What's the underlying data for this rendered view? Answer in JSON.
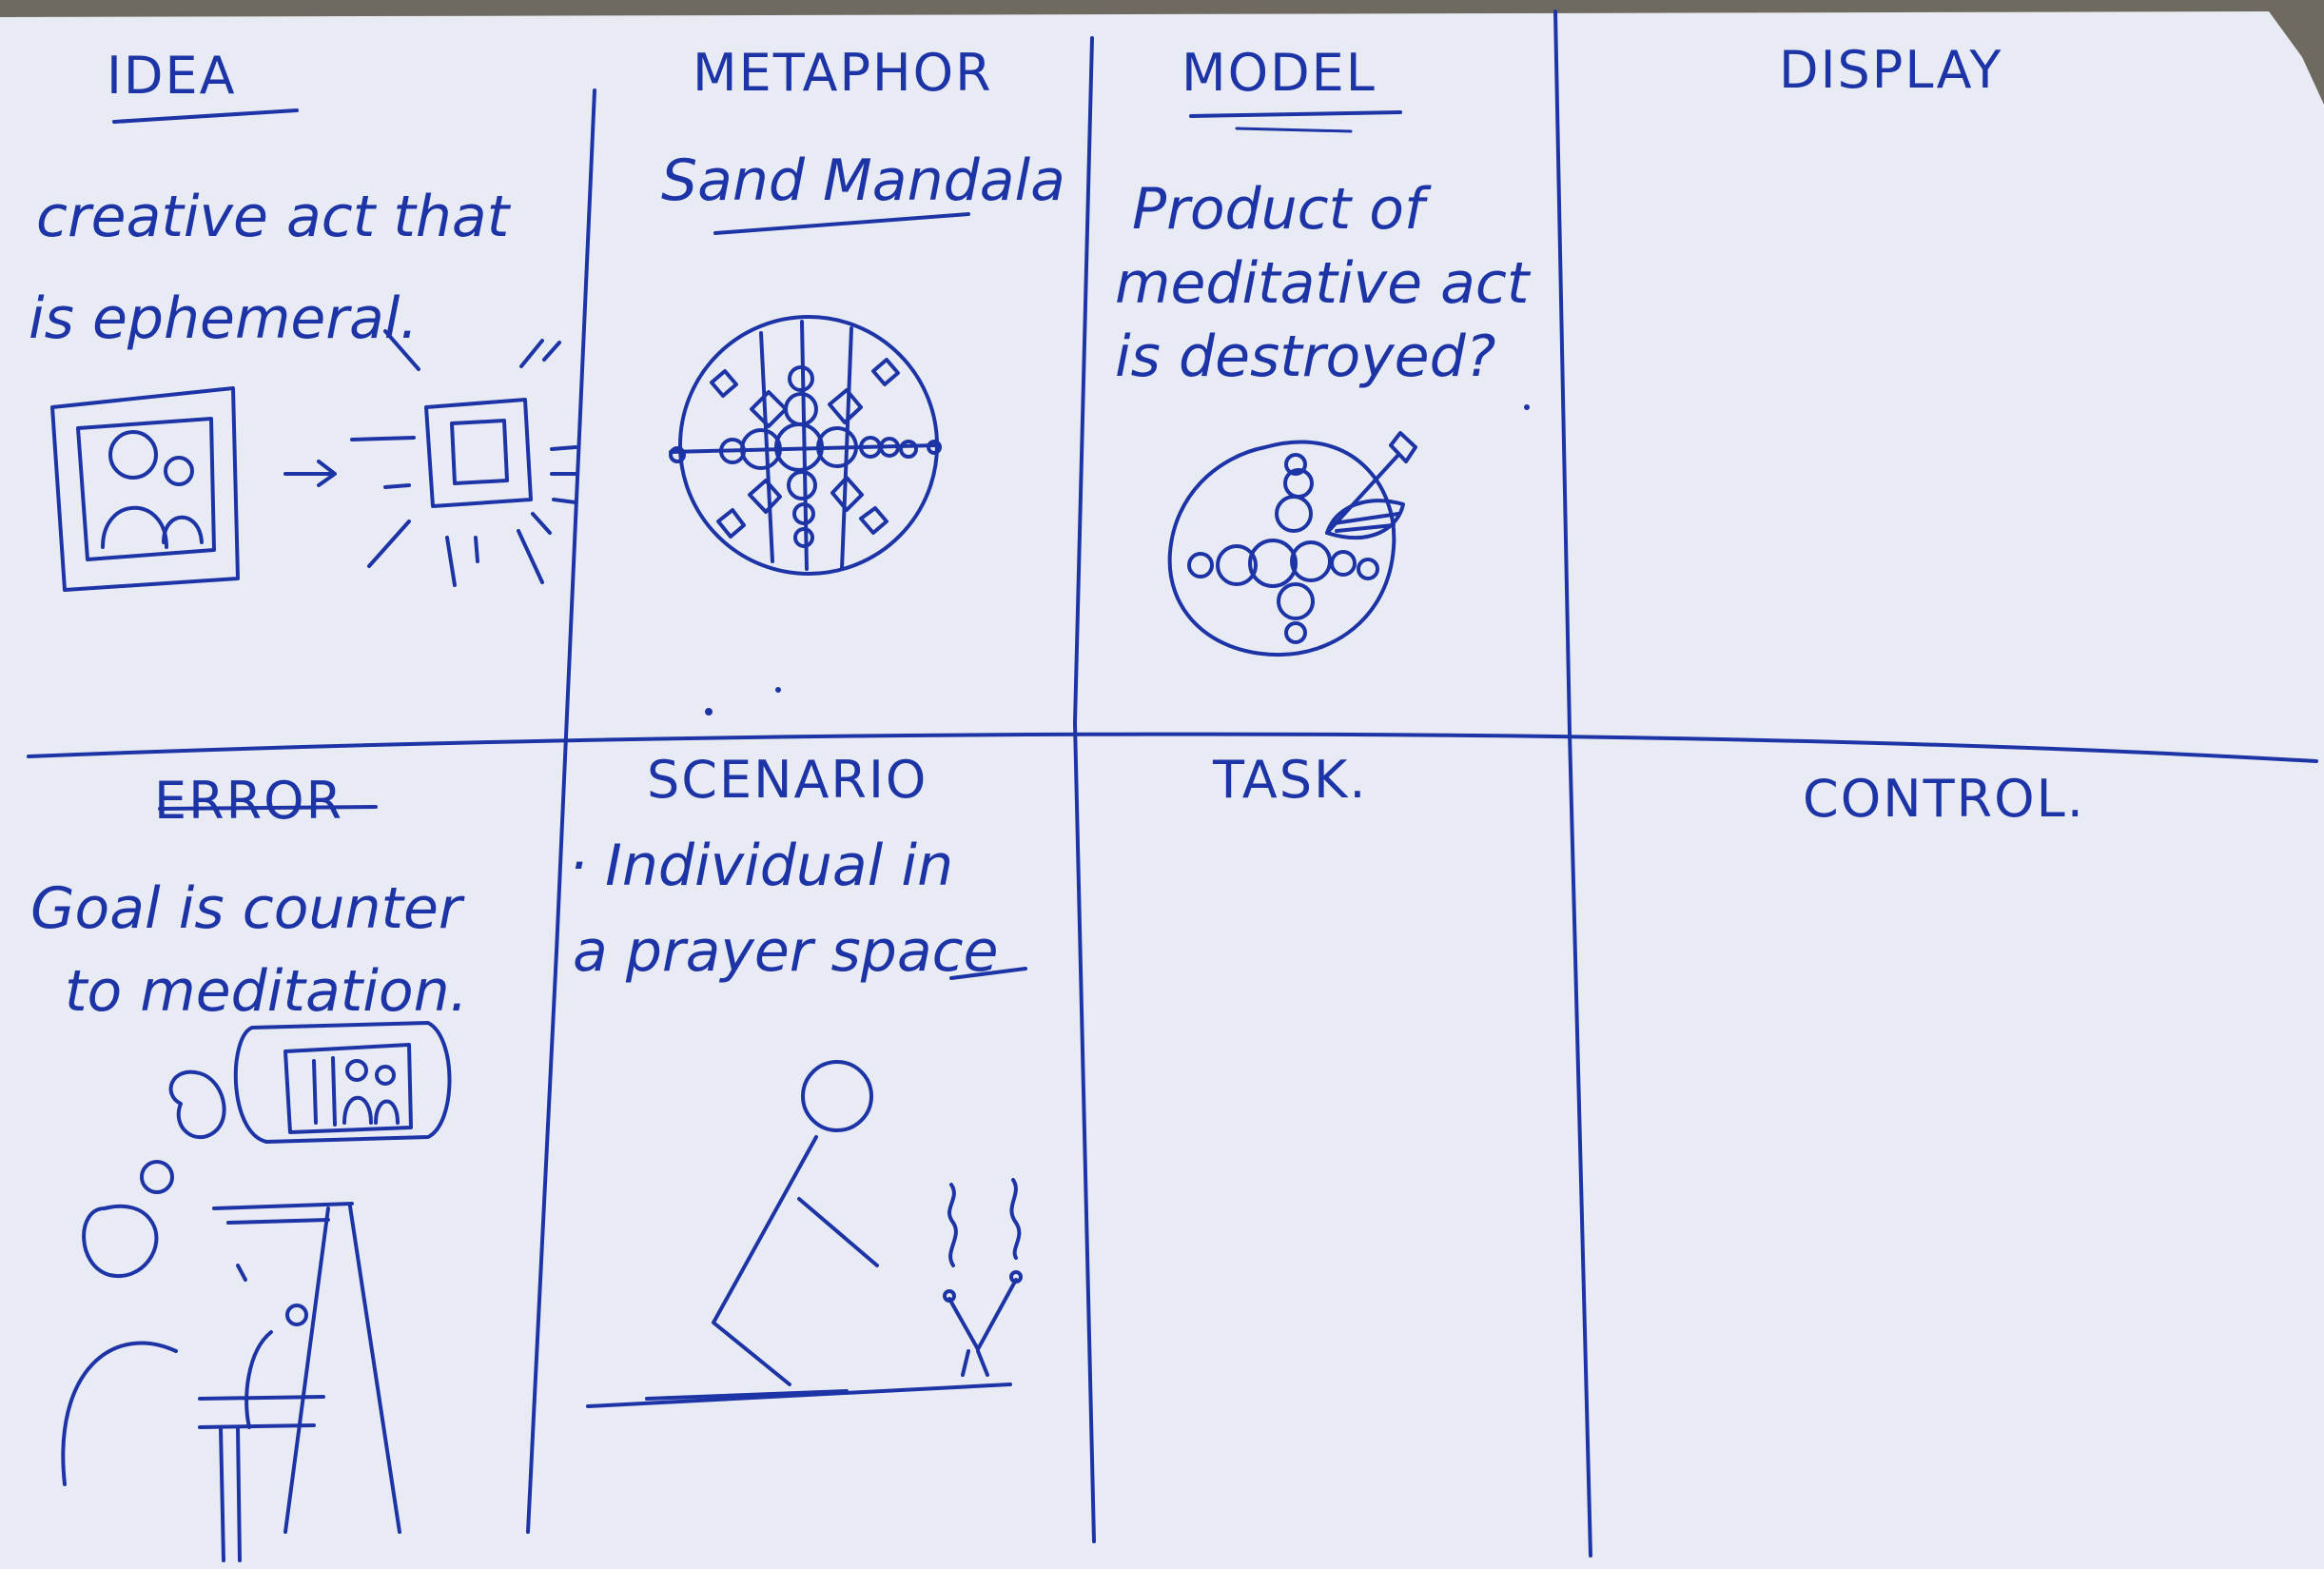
{
  "cells": {
    "idea": {
      "heading": "IDEA",
      "lines": [
        "creative act that",
        "is ephemeral."
      ]
    },
    "metaphor": {
      "heading": "METAPHOR",
      "lines": [
        "Sand Mandala"
      ]
    },
    "model": {
      "heading": "MODEL",
      "lines": [
        "Product of",
        "meditative act",
        "is destroyed?"
      ]
    },
    "display": {
      "heading": "DISPLAY",
      "lines": []
    },
    "error": {
      "heading": "ERROR",
      "lines": [
        "Goal is counter",
        "to meditation."
      ]
    },
    "scenario": {
      "heading": "SCENARIO",
      "lines": [
        "· Individual in",
        "a prayer space"
      ]
    },
    "task": {
      "heading": "TASK.",
      "lines": []
    },
    "control": {
      "heading": "CONTROL.",
      "lines": []
    }
  },
  "colors": {
    "ink": "#1d34a6",
    "paper": "#e9ebf4",
    "background": "#6f6a60"
  },
  "sketches": [
    "framed-picture-icon",
    "arrow-icon",
    "fading-frame-icon",
    "sand-mandala-icon",
    "broom-sweeping-mandala-icon",
    "painter-at-easel-icon",
    "praying-person-icon"
  ]
}
